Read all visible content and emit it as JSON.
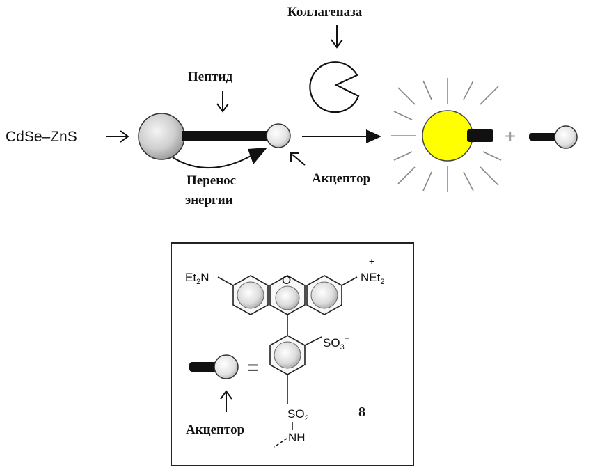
{
  "labels": {
    "collagenase": "Коллагеназа",
    "peptide": "Пептид",
    "qd": "CdSe–ZnS",
    "energy_transfer_1": "Перенос",
    "energy_transfer_2": "энергии",
    "acceptor_top": "Акцептор",
    "plus": "+",
    "acceptor_bottom": "Акцептор",
    "compound_number": "8"
  },
  "chem": {
    "left_group": "Et",
    "left_group_sub": "2",
    "left_group_tail": "N",
    "right_group": "NEt",
    "right_group_sub": "2",
    "right_charge": "+",
    "ring_oxygen": "O",
    "sulfonate": "SO",
    "sulfonate_sub": "3",
    "sulfonate_charge": "−",
    "sulfonyl": "SO",
    "sulfonyl_sub": "2",
    "amide": "NH",
    "equals": "="
  },
  "colors": {
    "qd_gray": "#c8c8c8",
    "lit_yellow": "#ffff00",
    "stroke": "#1a1a1a"
  }
}
